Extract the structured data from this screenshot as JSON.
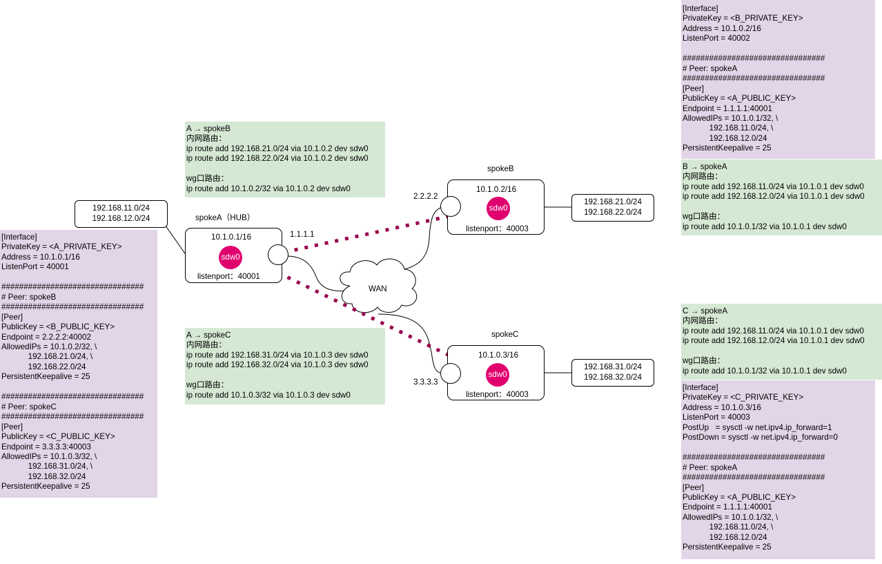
{
  "colors": {
    "hub_tunnel": "#99004d",
    "sdw_fill": "#e0006e",
    "note_purple": "#e1d5e7",
    "note_green": "#d5e8d4"
  },
  "wan": {
    "label": "WAN"
  },
  "spokeA": {
    "title": "spokeA（HUB）",
    "address": "10.1.0.1/16",
    "iface": "sdw0",
    "listenport": "listenport：40001",
    "endpoint_ip": "1.1.1.1",
    "lan": "192.168.11.0/24\n192.168.12.0/24"
  },
  "spokeB": {
    "title": "spokeB",
    "address": "10.1.0.2/16",
    "iface": "sdw0",
    "listenport": "listenport：40003",
    "endpoint_ip": "2.2.2.2",
    "lan": "192.168.21.0/24\n192.168.22.0/24"
  },
  "spokeC": {
    "title": "spokeC",
    "address": "10.1.0.3/16",
    "iface": "sdw0",
    "listenport": "listenport：40003",
    "endpoint_ip": "3.3.3.3",
    "lan": "192.168.31.0/24\n192.168.32.0/24"
  },
  "notes": {
    "a_config": "[Interface]\nPrivateKey = <A_PRIVATE_KEY>\nAddress = 10.1.0.1/16\nListenPort = 40001\n\n################################\n# Peer: spokeB\n################################\n[Peer]\nPublicKey = <B_PUBLIC_KEY>\nEndpoint = 2.2.2.2:40002\nAllowedIPs = 10.1.0.2/32, \\\n            192.168.21.0/24, \\\n            192.168.22.0/24\nPersistentKeepalive = 25\n\n################################\n# Peer: spokeC\n################################\n[Peer]\nPublicKey = <C_PUBLIC_KEY>\nEndpoint = 3.3.3.3:40003\nAllowedIPs = 10.1.0.3/32, \\\n            192.168.31.0/24, \\\n            192.168.32.0/24\nPersistentKeepalive = 25",
    "a_to_b": "A → spokeB\n内网路由：\nip route add 192.168.21.0/24 via 10.1.0.2 dev sdw0\nip route add 192.168.22.0/24 via 10.1.0.2 dev sdw0\n\nwg口路由：\nip route add 10.1.0.2/32 via 10.1.0.2 dev sdw0",
    "a_to_c": "A → spokeC\n内网路由：\nip route add 192.168.31.0/24 via 10.1.0.3 dev sdw0\nip route add 192.168.32.0/24 via 10.1.0.3 dev sdw0\n\nwg口路由：\nip route add 10.1.0.3/32 via 10.1.0.3 dev sdw0",
    "b_config": "[Interface]\nPrivateKey = <B_PRIVATE_KEY>\nAddress = 10.1.0.2/16\nListenPort = 40002\n\n################################\n# Peer: spokeA\n################################\n[Peer]\nPublicKey = <A_PUBLIC_KEY>\nEndpoint = 1.1.1.1:40001\nAllowedIPs = 10.1.0.1/32, \\\n            192.168.11.0/24, \\\n            192.168.12.0/24\nPersistentKeepalive = 25",
    "b_to_a": "B → spokeA\n内网路由：\nip route add 192.168.11.0/24 via 10.1.0.1 dev sdw0\nip route add 192.168.12.0/24 via 10.1.0.1 dev sdw0\n\nwg口路由：\nip route add 10.1.0.1/32 via 10.1.0.1 dev sdw0",
    "c_to_a": "C → spokeA\n内网路由：\nip route add 192.168.11.0/24 via 10.1.0.1 dev sdw0\nip route add 192.168.12.0/24 via 10.1.0.1 dev sdw0\n\nwg口路由：\nip route add 10.1.0.1/32 via 10.1.0.1 dev sdw0",
    "c_config": "[Interface]\nPrivateKey = <C_PRIVATE_KEY>\nAddress = 10.1.0.3/16\nListenPort = 40003\nPostUp   = sysctl -w net.ipv4.ip_forward=1\nPostDown = sysctl -w net.ipv4.ip_forward=0\n\n################################\n# Peer: spokeA\n################################\n[Peer]\nPublicKey = <A_PUBLIC_KEY>\nEndpoint = 1.1.1.1:40001\nAllowedIPs = 10.1.0.1/32, \\\n            192.168.11.0/24, \\\n            192.168.12.0/24\nPersistentKeepalive = 25"
  }
}
